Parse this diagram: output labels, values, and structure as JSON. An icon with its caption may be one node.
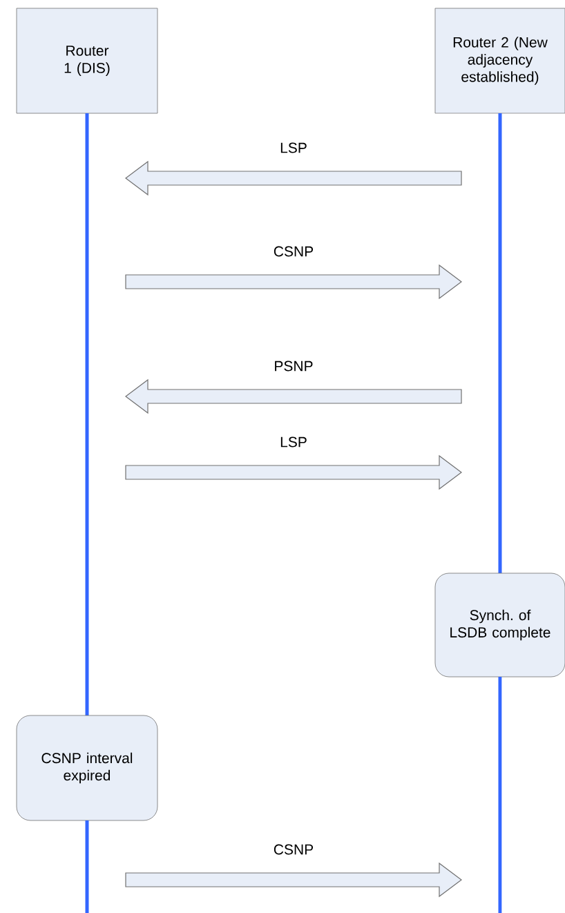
{
  "diagram": {
    "nodes": [
      {
        "text": [
          "Router 1 (DIS)"
        ]
      },
      {
        "text": [
          "Router 2 (New adjacency established)"
        ]
      },
      {
        "text": [],
        "shape": "bar"
      },
      {
        "text": [],
        "shape": "bar"
      },
      {
        "text": [
          "Synch. of LSDB complete"
        ]
      },
      {
        "text": [],
        "shape": "bar"
      },
      {
        "text": [
          "CSNP interval expired"
        ]
      },
      {
        "text": [],
        "shape": "bar"
      }
    ],
    "edges": [
      {
        "from": 3,
        "to": 2,
        "arrow": "to",
        "label": "LSP"
      },
      {
        "from": 2,
        "to": 3,
        "arrow": "to",
        "label": "CSNP"
      },
      {
        "from": 3,
        "to": 2,
        "arrow": "to",
        "label": "PSNP"
      },
      {
        "from": 2,
        "to": 3,
        "arrow": "to",
        "label": "LSP"
      },
      {
        "from": 7,
        "to": 5,
        "arrow": "to",
        "label": "CSNP"
      }
    ]
  }
}
